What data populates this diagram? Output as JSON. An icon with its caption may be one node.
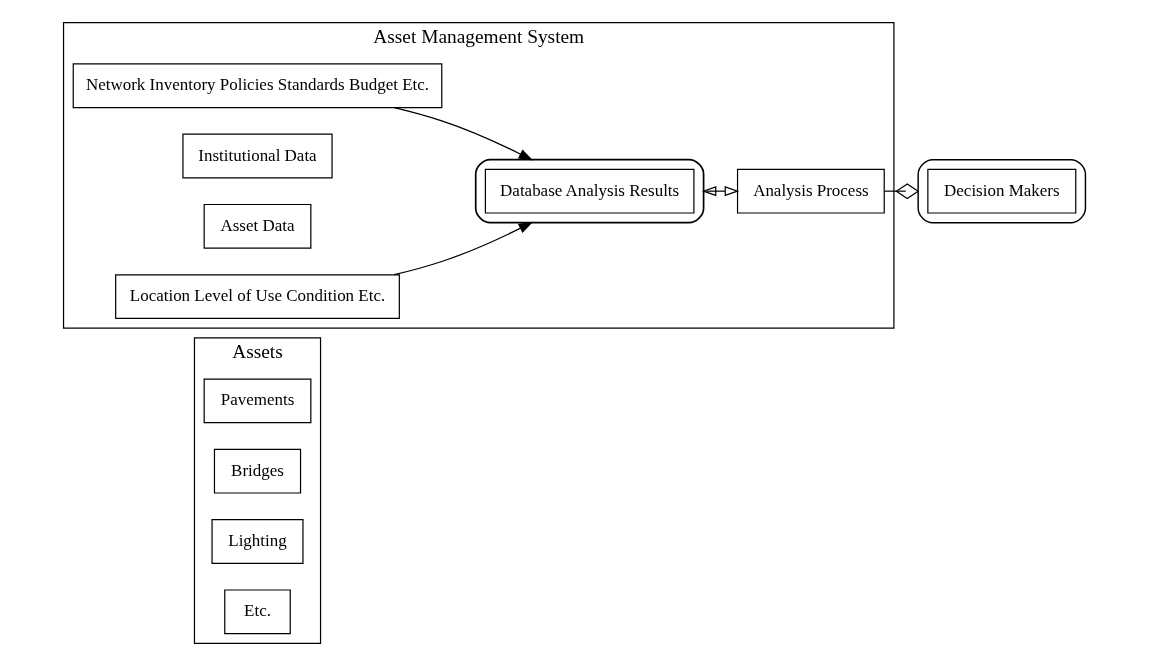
{
  "diagram": {
    "nodes": [
      {
        "text": [
          "Assets"
        ]
      },
      {
        "text": [
          "Pavements"
        ],
        "in": 0
      },
      {
        "text": [
          "Bridges"
        ],
        "in": 0
      },
      {
        "text": [
          "Lighting"
        ],
        "in": 0
      },
      {
        "text": [
          "Etc."
        ],
        "in": 0
      },
      {
        "text": [
          "Asset Management System"
        ]
      },
      {
        "text": [
          "Network Inventory Policies Standards Budget Etc."
        ],
        "in": 5
      },
      {
        "text": [
          "Institutional Data"
        ],
        "in": 5
      },
      {
        "text": [
          "Asset Data"
        ],
        "in": 5
      },
      {
        "text": [
          "Location Level of Use Condition Etc."
        ],
        "in": 5
      },
      {
        "text": [],
        "shape": "cylinder",
        "in": 5
      },
      {
        "text": [
          "Database Analysis Results"
        ],
        "in": 10
      },
      {
        "text": [
          "Analysis Process"
        ],
        "in": 5
      },
      {
        "text": [],
        "shape": "ellipse"
      },
      {
        "text": [
          "Decision Makers"
        ],
        "in": 13
      }
    ],
    "edges": [
      {
        "from": 9,
        "to": 10,
        "arrow": "to"
      },
      {
        "from": 6,
        "to": 10,
        "arrow": "to"
      },
      {
        "from": 10,
        "to": 12,
        "arrow": "both"
      },
      {
        "from": 12,
        "to": 13,
        "arrow": "other"
      }
    ]
  }
}
